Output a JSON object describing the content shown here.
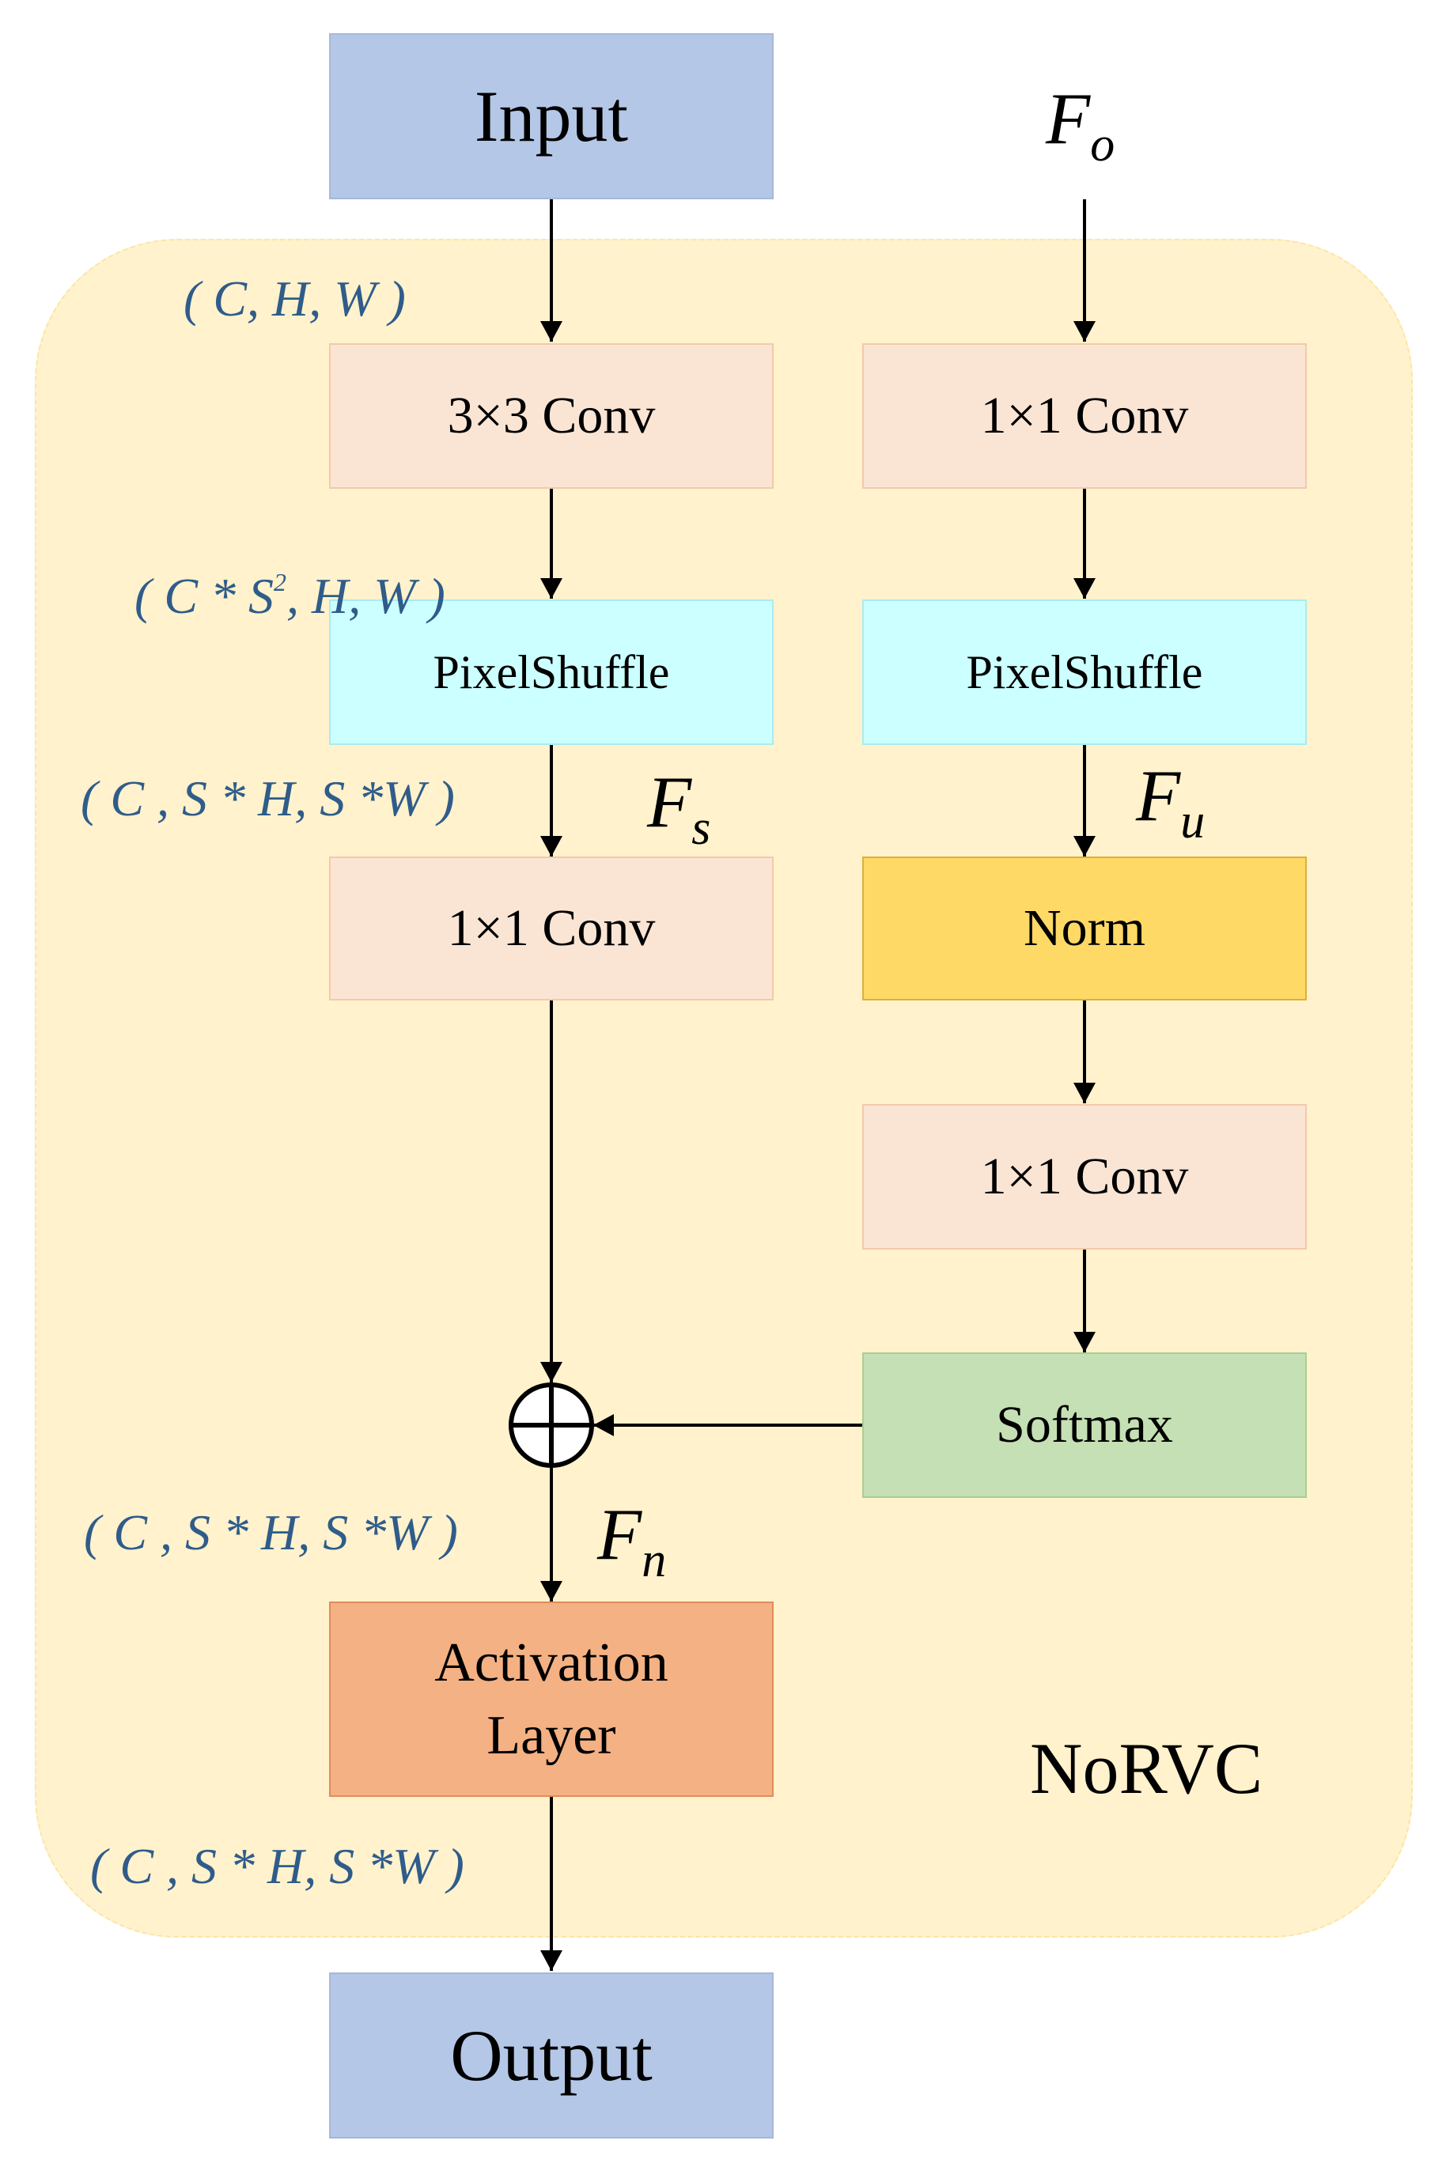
{
  "nodes": {
    "input": "Input",
    "output": "Output",
    "conv3": "3×3 Conv",
    "pix_left": "PixelShuffle",
    "conv1_left": "1×1 Conv",
    "conv1_top_right": "1×1 Conv",
    "pix_right": "PixelShuffle",
    "norm": "Norm",
    "conv1_mid_right": "1×1 Conv",
    "softmax": "Softmax",
    "activation_line1": "Activation",
    "activation_line2": "Layer"
  },
  "module_name": "NoRVC",
  "symbols": {
    "fo": {
      "base": "F",
      "sub": "o"
    },
    "fs": {
      "base": "F",
      "sub": "s"
    },
    "fu": {
      "base": "F",
      "sub": "u"
    },
    "fn": {
      "base": "F",
      "sub": "n"
    }
  },
  "shapes": {
    "s1": "( C, H, W )",
    "s2_pre": "( C * S",
    "s2_sup": "2",
    "s2_post": ", H, W )",
    "s3": "( C , S * H, S *W )",
    "s4": "( C , S * H, S *W )",
    "s5": "( C , S * H, S *W )"
  },
  "colors": {
    "io": "#b4c7e7",
    "conv": "#fae5d5",
    "pixelshuffle": "#ccffff",
    "norm": "#ffd966",
    "softmax": "#c5e0b4",
    "activation": "#f4b183",
    "module_background": "#fff2cc",
    "shape_text": "#2f5c8a"
  }
}
